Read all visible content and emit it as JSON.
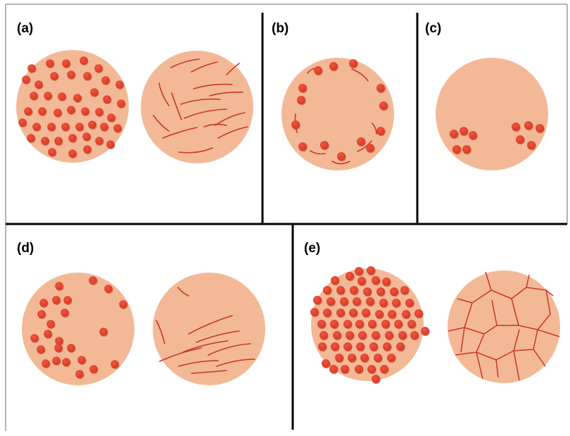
{
  "panels": {
    "a": {
      "label": "(a)"
    },
    "b": {
      "label": "(b)"
    },
    "c": {
      "label": "(c)"
    },
    "d": {
      "label": "(d)"
    },
    "e": {
      "label": "(e)"
    }
  },
  "colors": {
    "disc_fill": "#f3b996",
    "dot_fill": "#e2412e",
    "dot_shadow": "#b8391f",
    "fiber_stroke": "#c8352a",
    "divider": "#000000",
    "frame": "#999999"
  }
}
